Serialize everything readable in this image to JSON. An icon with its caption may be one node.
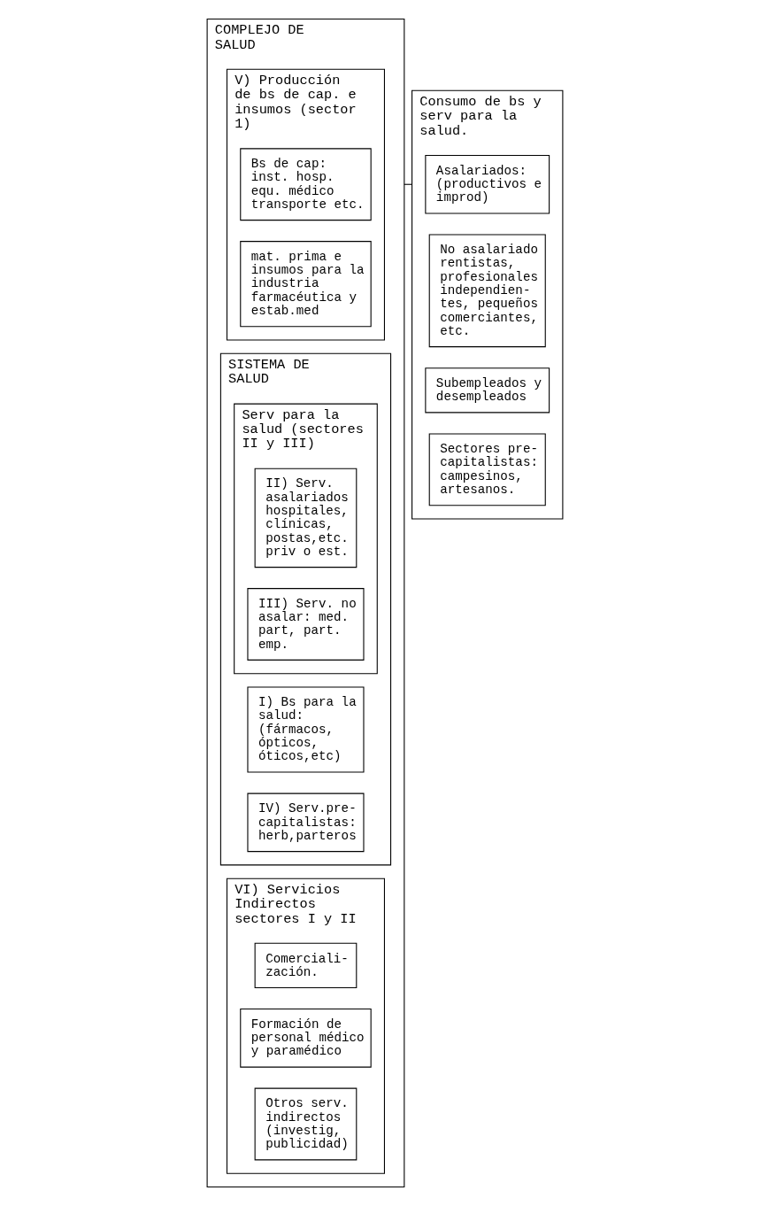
{
  "diagram": {
    "nodes": [
      {
        "text": [
          "COMPLEJO DE SALUD"
        ]
      },
      {
        "text": [
          "V) Producción de bs de cap. e insumos (sector 1)"
        ],
        "in": 0
      },
      {
        "text": [
          "Bs de cap: inst. hosp. equ. médico transporte etc."
        ],
        "in": 1
      },
      {
        "text": [
          "mat. prima e insumos para la industria farmacéutica y estab.med"
        ],
        "in": 1
      },
      {
        "text": [
          "SISTEMA DE SALUD"
        ],
        "in": 0
      },
      {
        "text": [
          "I) Bs para la salud: (fármacos, ópticos, óticos,etc)"
        ],
        "in": 4
      },
      {
        "text": [
          "Serv para la salud (sectores II y III)"
        ],
        "in": 4
      },
      {
        "text": [
          "II) Serv. asalariados hospitales, clínicas, postas,etc. priv o est."
        ],
        "in": 6
      },
      {
        "text": [
          "III) Serv. no asalar: med. part, part. emp."
        ],
        "in": 6
      },
      {
        "text": [
          "IV) Serv.pre- capitalistas: herb,parteros"
        ],
        "in": 4
      },
      {
        "text": [
          "VI) Servicios Indirectos sectores I y II"
        ],
        "in": 0
      },
      {
        "text": [
          "Comerciali- zación."
        ],
        "in": 10
      },
      {
        "text": [
          "Formación de personal médico y paramédico"
        ],
        "in": 10
      },
      {
        "text": [
          "Otros serv. indirectos (investig, publicidad)"
        ],
        "in": 10
      },
      {
        "text": [
          "Consumo de bs y serv para la salud."
        ]
      },
      {
        "text": [
          "Asalariados: (productivos e improd)"
        ],
        "in": 14
      },
      {
        "text": [
          "No asalariado rentistas, profesionales independien- tes, pequeños comerciantes, etc."
        ],
        "in": 14
      },
      {
        "text": [
          "Subempleados y desempleados"
        ],
        "in": 14
      },
      {
        "text": [
          "Sectores pre- capitalistas: campesinos, artesanos."
        ],
        "in": 14
      }
    ],
    "edges": [
      {
        "from": 0,
        "to": 14,
        "arrow": "none"
      }
    ]
  }
}
